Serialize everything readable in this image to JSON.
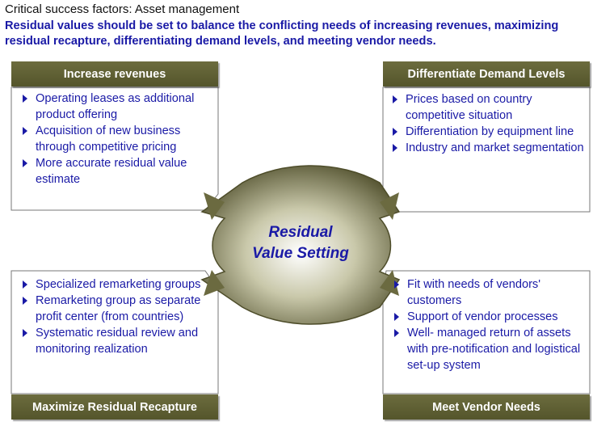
{
  "header": {
    "kicker": "Critical success factors: Asset management",
    "headline": "Residual values should be set to balance the conflicting needs of increasing revenues, maximizing residual recapture, differentiating demand levels, and meeting vendor needs."
  },
  "center": {
    "line1": "Residual",
    "line2": "Value Setting"
  },
  "colors": {
    "header_bar": "#5f6033",
    "text_blue": "#1a1aa6",
    "hub_light": "#ffffff",
    "hub_dark": "#4e4d2a"
  },
  "panels": {
    "top_left": {
      "title": "Increase revenues",
      "items": [
        "Operating leases as additional product offering",
        "Acquisition of new business through competitive pricing",
        "More accurate residual value estimate"
      ]
    },
    "top_right": {
      "title": "Differentiate Demand Levels",
      "items": [
        "Prices based on country competitive situation",
        "Differentiation by equipment line",
        "Industry and market segmentation"
      ]
    },
    "bottom_left": {
      "title": "Maximize Residual Recapture",
      "items": [
        "Specialized remarketing groups",
        "Remarketing group as separate profit center (from countries)",
        "Systematic residual review and monitoring realization"
      ]
    },
    "bottom_right": {
      "title": "Meet Vendor Needs",
      "items": [
        "Fit with needs of vendors' customers",
        "Support of vendor processes",
        "Well- managed return of assets with pre-notification and logistical set-up system"
      ]
    }
  }
}
